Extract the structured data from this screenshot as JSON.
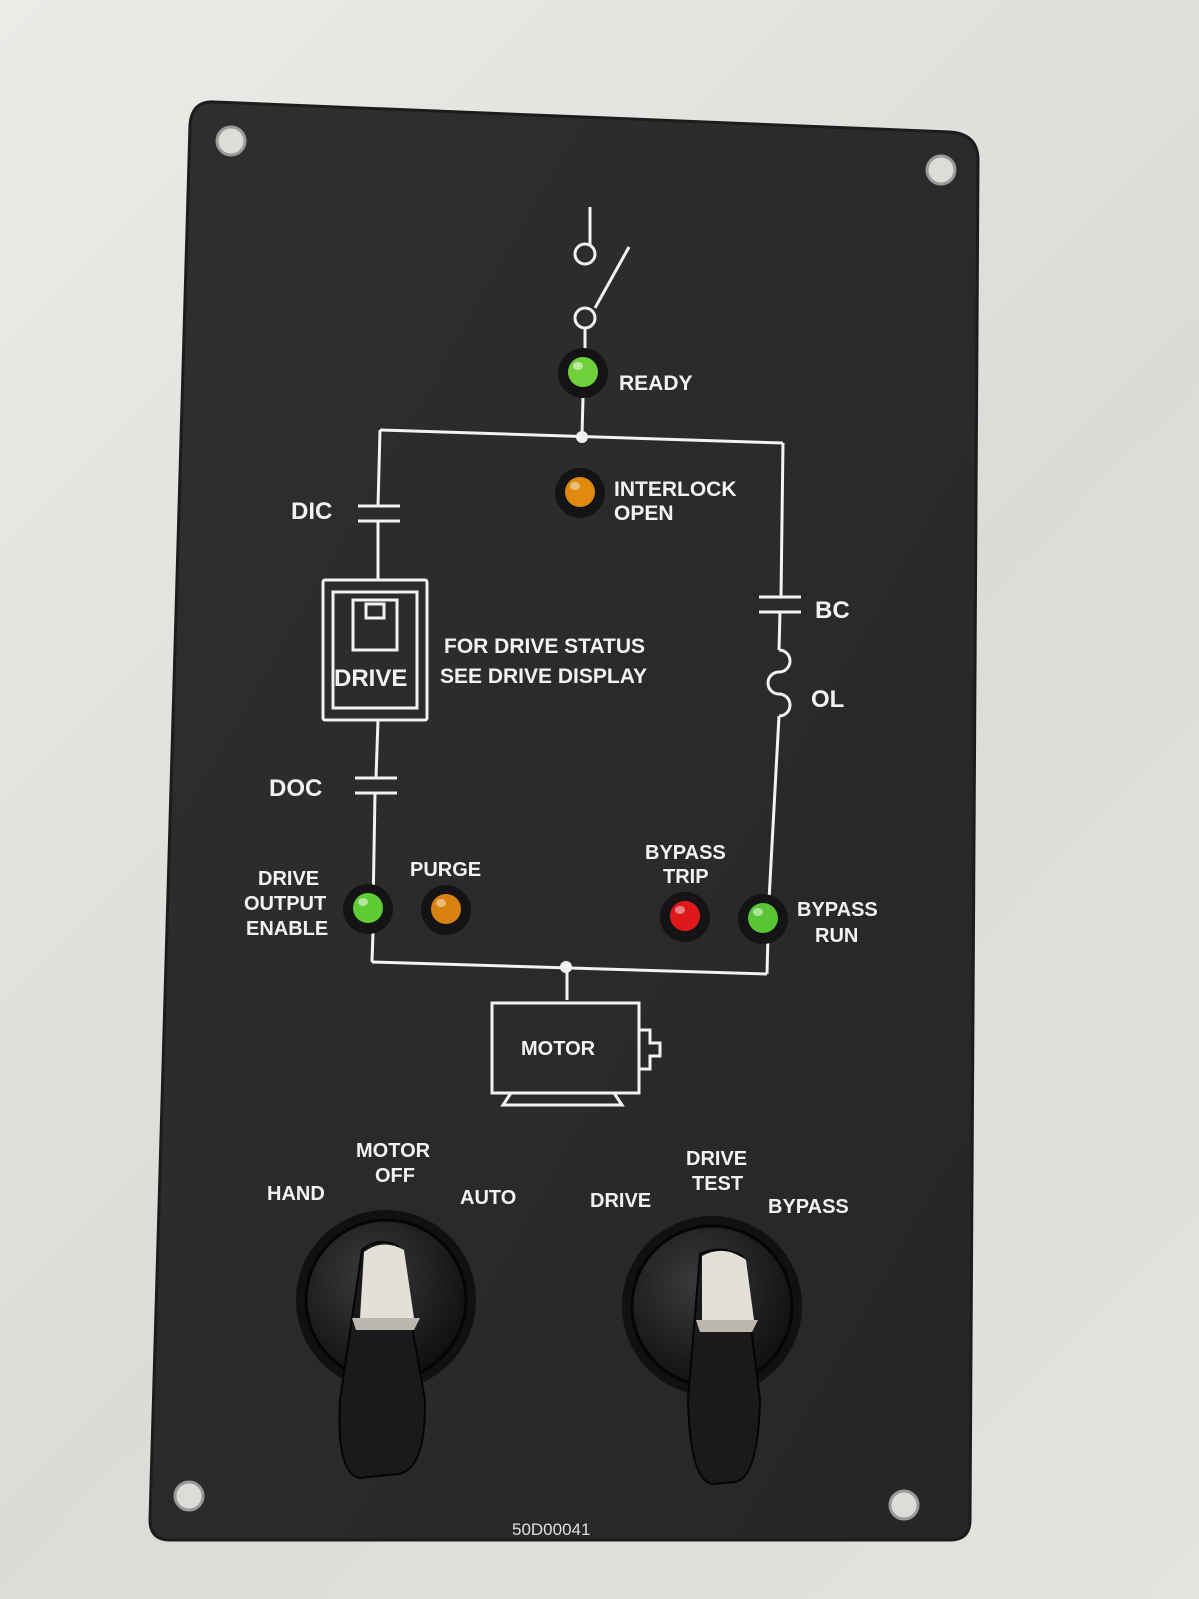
{
  "panel": {
    "part_number": "50D00041",
    "color": "#2b2b2d",
    "legend_color": "#f2f2f2"
  },
  "indicators": {
    "ready": {
      "label": "READY",
      "color": "#6fd13a"
    },
    "interlock_open": {
      "label_line1": "INTERLOCK",
      "label_line2": "OPEN",
      "color": "#e08a10"
    },
    "drive_output_enable": {
      "label_line1": "DRIVE",
      "label_line2": "OUTPUT",
      "label_line3": "ENABLE",
      "color": "#5fcc36"
    },
    "purge": {
      "label": "PURGE",
      "color": "#d9820f"
    },
    "bypass_trip": {
      "label_line1": "BYPASS",
      "label_line2": "TRIP",
      "color": "#e0181c"
    },
    "bypass_run": {
      "label_line1": "BYPASS",
      "label_line2": "RUN",
      "color": "#58c634"
    }
  },
  "diagram": {
    "dic": "DIC",
    "doc": "DOC",
    "bc": "BC",
    "ol": "OL",
    "drive": "DRIVE",
    "drive_note_line1": "FOR DRIVE STATUS",
    "drive_note_line2": "SEE DRIVE DISPLAY",
    "motor": "MOTOR"
  },
  "selectors": {
    "motor_mode": {
      "left": "HAND",
      "center_line1": "MOTOR",
      "center_line2": "OFF",
      "right": "AUTO"
    },
    "drive_mode": {
      "left": "DRIVE",
      "center_line1": "DRIVE",
      "center_line2": "TEST",
      "right": "BYPASS"
    }
  }
}
